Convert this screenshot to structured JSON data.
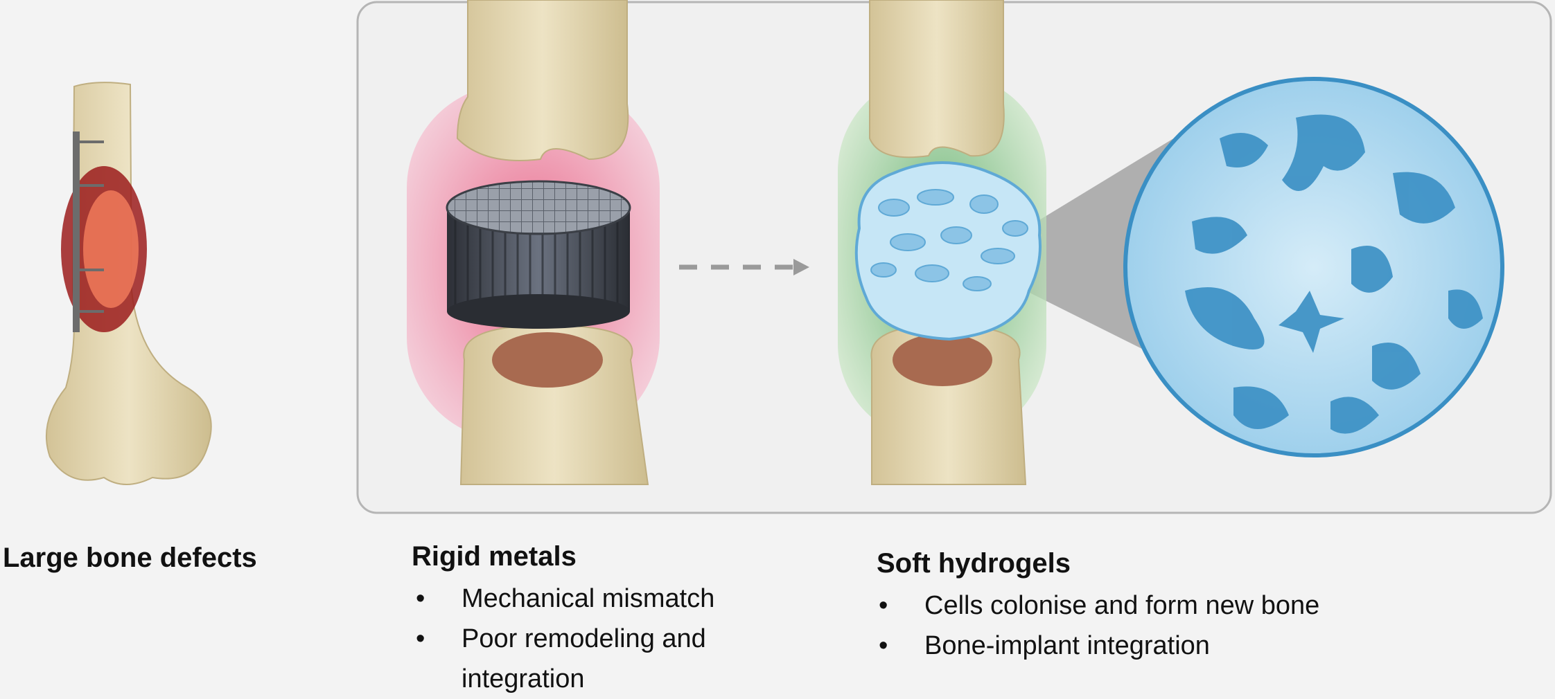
{
  "panels": [
    {
      "title": "Large bone defects",
      "bullets": []
    },
    {
      "title": "Rigid metals",
      "bullets": [
        "Mechanical mismatch",
        "Poor remodeling and integration"
      ]
    },
    {
      "title": "Soft hydrogels",
      "bullets": [
        "Cells colonise and form new bone",
        "Bone-implant integration"
      ]
    }
  ],
  "colors": {
    "bone": "#e8dcb8",
    "defect_red": "#c0392b",
    "metal_glow": "#f2a7bd",
    "hydrogel_glow": "#9ed39a",
    "hydrogel": "#bfe0f2",
    "pore_blue": "#3a8fc4",
    "frame": "#b5b5b5"
  }
}
